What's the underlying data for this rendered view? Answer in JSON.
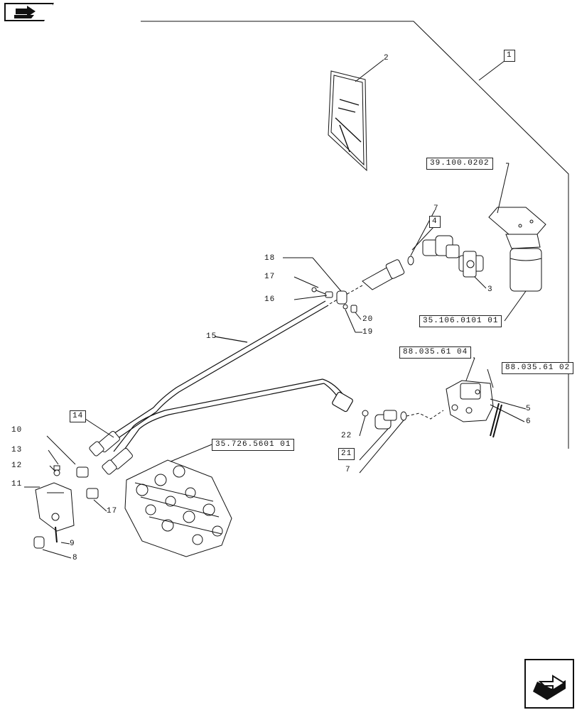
{
  "callouts": {
    "c1": "1",
    "c2": "2",
    "c3": "3",
    "c4": "4",
    "c5": "5",
    "c6": "6",
    "c7a": "7",
    "c7b": "7",
    "c8": "8",
    "c9": "9",
    "c10": "10",
    "c11": "11",
    "c12": "12",
    "c13": "13",
    "c14": "14",
    "c15": "15",
    "c16": "16",
    "c17a": "17",
    "c17b": "17",
    "c18": "18",
    "c19": "19",
    "c20": "20",
    "c21": "21",
    "c22": "22"
  },
  "references": {
    "r_39_100": "39.100.0202",
    "r_35_106": "35.106.0101 01",
    "r_88_035_04": "88.035.61 04",
    "r_88_035_02": "88.035.61 02",
    "r_35_726": "35.726.5601 01"
  },
  "icons": {
    "top_nav": "previous-page-icon",
    "bottom_nav": "next-page-icon"
  }
}
